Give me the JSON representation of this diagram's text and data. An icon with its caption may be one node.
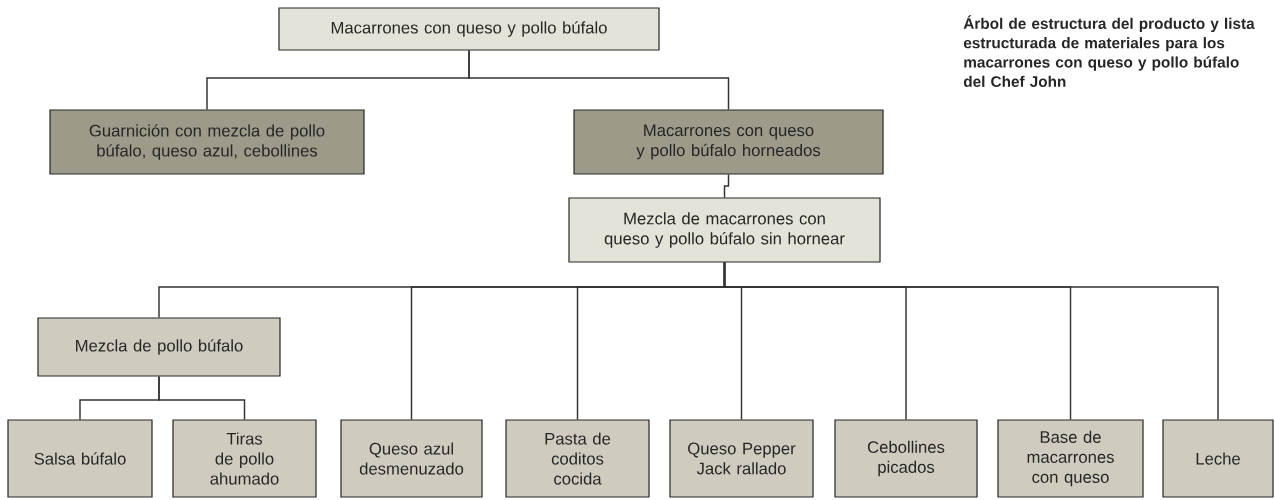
{
  "diagram": {
    "title": "Árbol de estructura del producto y lista estructurada de materiales para los macarrones con queso y pollo búfalo del Chef John",
    "nodes": [
      {
        "text": [
          "Macarrones con queso y pollo búfalo"
        ]
      },
      {
        "text": [
          "Guarnición con mezcla de pollo búfalo, queso azul, cebollines"
        ]
      },
      {
        "text": [
          "Macarrones con queso y pollo búfalo horneados"
        ]
      },
      {
        "text": [
          "Mezcla de macarrones con queso y pollo búfalo sin hornear"
        ]
      },
      {
        "text": [
          "Mezcla de pollo búfalo"
        ]
      },
      {
        "text": [
          "Salsa búfalo"
        ]
      },
      {
        "text": [
          "Tiras de pollo ahumado"
        ]
      },
      {
        "text": [
          "Queso azul desmenuzado"
        ]
      },
      {
        "text": [
          "Pasta de coditos cocida"
        ]
      },
      {
        "text": [
          "Queso Pepper Jack rallado"
        ]
      },
      {
        "text": [
          "Cebollines picados"
        ]
      },
      {
        "text": [
          "Base de macarrones con queso"
        ]
      },
      {
        "text": [
          "Leche"
        ]
      }
    ],
    "edges": [
      {
        "from": 0,
        "to": 1,
        "arrow": "none"
      },
      {
        "from": 0,
        "to": 2,
        "arrow": "none"
      },
      {
        "from": 2,
        "to": 3,
        "arrow": "none"
      },
      {
        "from": 3,
        "to": 4,
        "arrow": "none"
      },
      {
        "from": 3,
        "to": 7,
        "arrow": "none"
      },
      {
        "from": 3,
        "to": 8,
        "arrow": "none"
      },
      {
        "from": 3,
        "to": 9,
        "arrow": "none"
      },
      {
        "from": 3,
        "to": 10,
        "arrow": "none"
      },
      {
        "from": 3,
        "to": 11,
        "arrow": "none"
      },
      {
        "from": 3,
        "to": 12,
        "arrow": "none"
      },
      {
        "from": 4,
        "to": 5,
        "arrow": "none"
      },
      {
        "from": 4,
        "to": 6,
        "arrow": "none"
      }
    ]
  }
}
